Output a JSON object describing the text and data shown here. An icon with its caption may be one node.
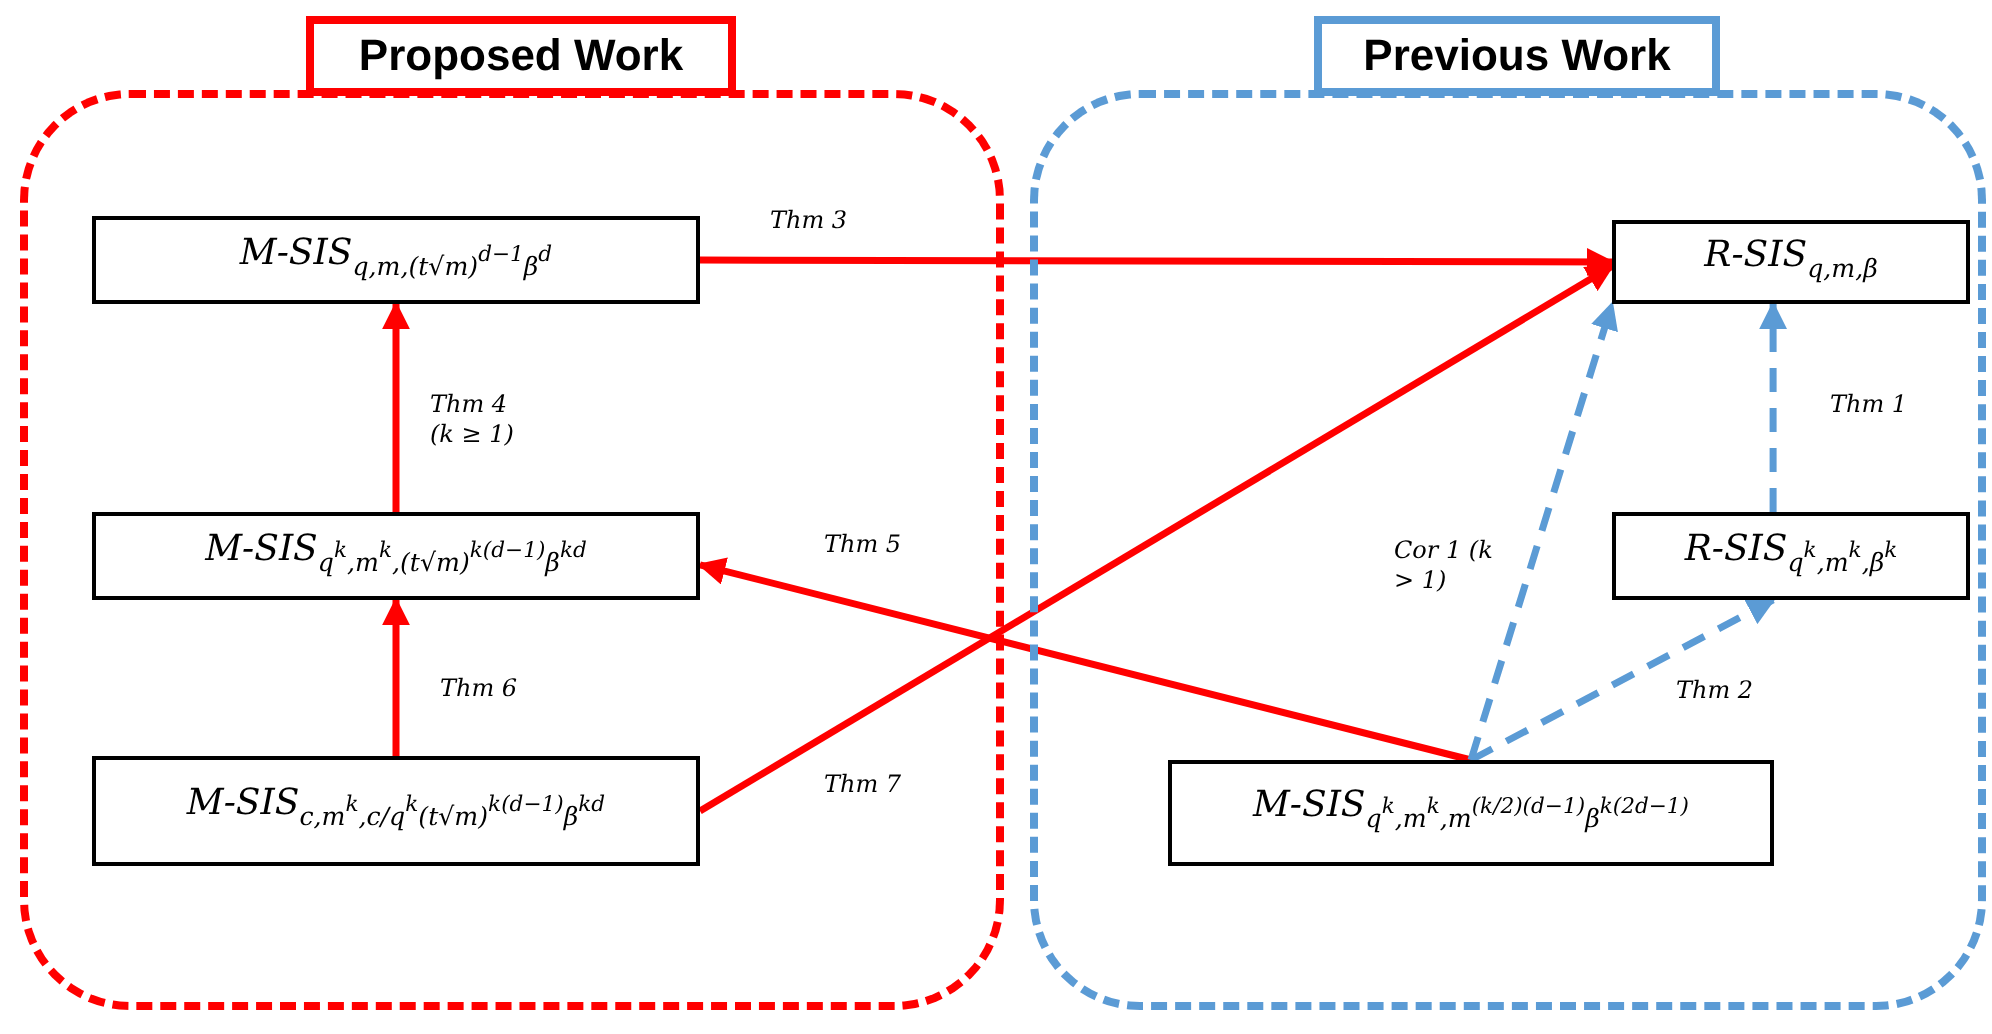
{
  "diagram": {
    "nodes": [
      {
        "text": [
          "Proposed Work"
        ]
      },
      {
        "text": [
          "Previous Work"
        ]
      },
      {
        "text": [
          "M-SIS$_{q,m,(t√m)}$$^{d−1}$$_{β}$$^{d}$"
        ],
        "in": 0
      },
      {
        "text": [
          "M-SIS$_{q}$$^{k}$$_{,m}$$^{k}$$_{,(t√m)}$$^{k(d−1)}$$_{β}$$^{kd}$"
        ],
        "in": 0
      },
      {
        "text": [
          "M-SIS$_{c,m}$$^{k}$$_{,c/q}$$^{k}$$_{(t√m)}$$^{k(d−1)}$$_{β}$$^{kd}$"
        ],
        "in": 0
      },
      {
        "text": [
          "R-SIS$_{q,m,β}$"
        ],
        "in": 1
      },
      {
        "text": [
          "R-SIS$_{q}$$^{k}$$_{,m}$$^{k}$$_{,β}$$^{k}$"
        ],
        "in": 1
      },
      {
        "text": [
          "M-SIS$_{q}$$^{k}$$_{,m}$$^{k}$$_{,m}$$^{(k/2)(d−1)}$$_{β}$$^{k(2d−1)}$"
        ],
        "in": 1
      }
    ],
    "edges": [
      {
        "from": 2,
        "to": 5,
        "arrow": "to",
        "label": "Thm 3"
      },
      {
        "from": 3,
        "to": 2,
        "arrow": "to",
        "label": "Thm 4 (k ≥ 1)"
      },
      {
        "from": 4,
        "to": 3,
        "arrow": "to",
        "label": "Thm 6"
      },
      {
        "from": 7,
        "to": 3,
        "arrow": "to",
        "label": "Thm 5"
      },
      {
        "from": 4,
        "to": 5,
        "arrow": "to",
        "label": "Thm 7"
      },
      {
        "from": 6,
        "to": 5,
        "arrow": "to",
        "label": "Thm 1",
        "style": "dashed",
        "color": "#5b9bd5"
      },
      {
        "from": 7,
        "to": 5,
        "arrow": "to",
        "label": "Cor 1 (k > 1)",
        "style": "dashed",
        "color": "#5b9bd5"
      },
      {
        "from": 7,
        "to": 6,
        "arrow": "to",
        "label": "Thm 2",
        "style": "dashed",
        "color": "#5b9bd5"
      }
    ]
  }
}
